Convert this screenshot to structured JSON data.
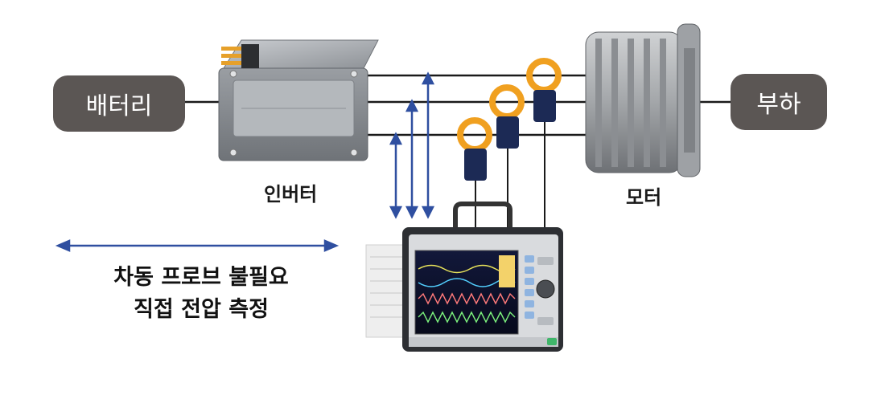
{
  "labels": {
    "battery": "배터리",
    "load": "부하",
    "inverter": "인버터",
    "motor": "모터"
  },
  "note": {
    "line1": "차동 프로브 불필요",
    "line2": "직접 전압 측정"
  },
  "colors": {
    "pill": "#5b5654",
    "arrow": "#2f4fa0",
    "wire": "#1a1a1a",
    "clamp": "#f0a020"
  }
}
